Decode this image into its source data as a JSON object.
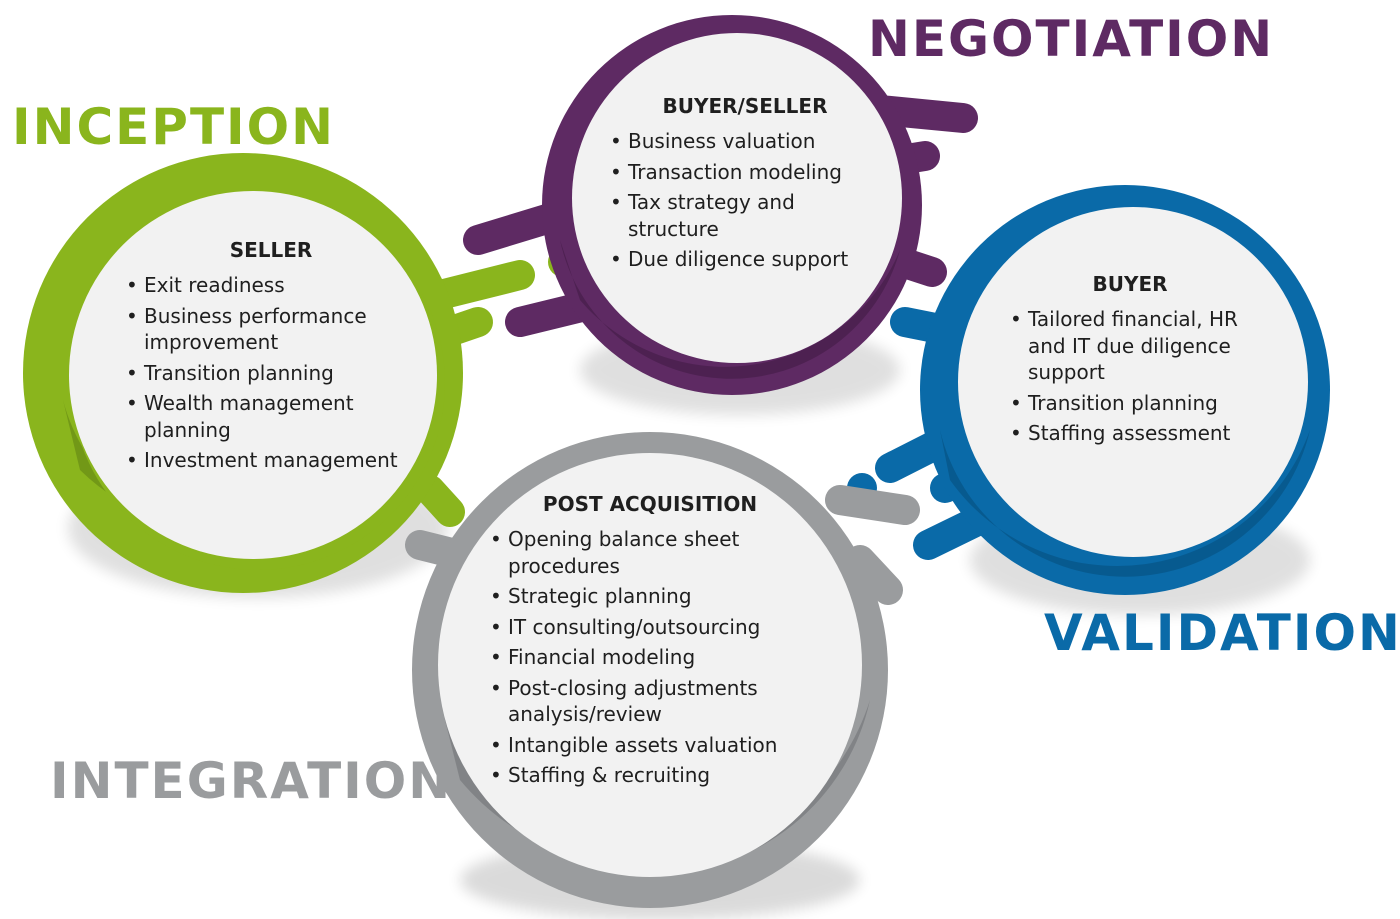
{
  "stages": {
    "negotiation": "NEGOTIATION",
    "inception": "INCEPTION",
    "validation": "VALIDATION",
    "integration": "INTEGRATION"
  },
  "colors": {
    "green": "#8ab51d",
    "purple": "#5e2a63",
    "blue": "#0a6aa8",
    "gray": "#9a9c9e",
    "inner": "#f2f2f2"
  },
  "cards": {
    "seller": {
      "title": "SELLER",
      "items": [
        "Exit readiness",
        "Business performance improvement",
        "Transition planning",
        "Wealth management planning",
        "Investment management"
      ]
    },
    "buyer_seller": {
      "title": "BUYER/SELLER",
      "items": [
        "Business valuation",
        "Transaction modeling",
        "Tax strategy and structure",
        "Due diligence support"
      ]
    },
    "buyer": {
      "title": "BUYER",
      "items": [
        "Tailored financial, HR and IT due diligence support",
        "Transition planning",
        "Staffing assessment"
      ]
    },
    "post_acquisition": {
      "title": "POST ACQUISITION",
      "items": [
        "Opening balance sheet procedures",
        "Strategic planning",
        "IT consulting/outsourcing",
        "Financial modeling",
        "Post-closing adjustments analysis/review",
        "Intangible assets valuation",
        "Staffing & recruiting"
      ]
    }
  }
}
